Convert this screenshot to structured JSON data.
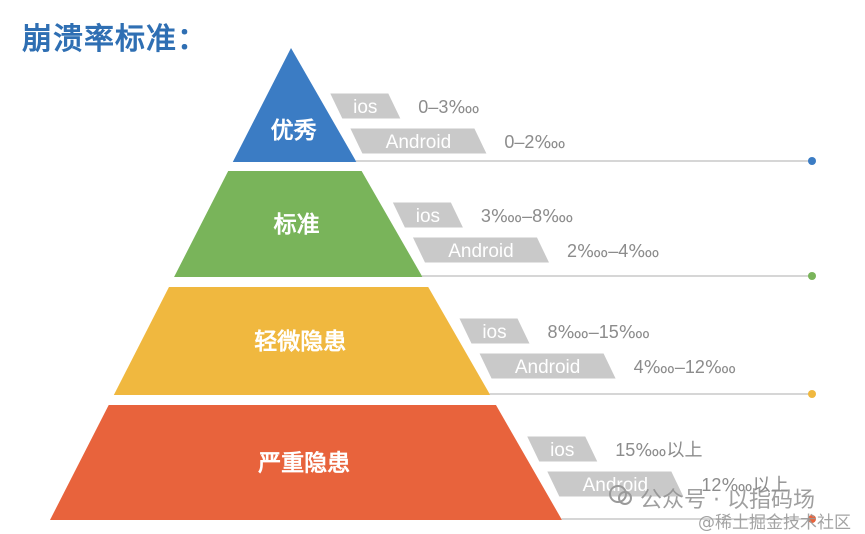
{
  "title": "崩溃率标准：",
  "colors": {
    "title": "#2f6fb3",
    "tag": "#c9c9c9",
    "line": "#c9c9c9",
    "value": "#8c8c8c"
  },
  "tiers": [
    {
      "label": "优秀",
      "color": "#3b7cc4",
      "rates": [
        {
          "platform": "ios",
          "value": "0–3‱"
        },
        {
          "platform": "Android",
          "value": "0–2‱"
        }
      ]
    },
    {
      "label": "标准",
      "color": "#79b45a",
      "rates": [
        {
          "platform": "ios",
          "value": "3‱–8‱"
        },
        {
          "platform": "Android",
          "value": "2‱–4‱"
        }
      ]
    },
    {
      "label": "轻微隐患",
      "color": "#f0b83f",
      "rates": [
        {
          "platform": "ios",
          "value": "8‱–15‱"
        },
        {
          "platform": "Android",
          "value": "4‱–12‱"
        }
      ]
    },
    {
      "label": "严重隐患",
      "color": "#e8633c",
      "rates": [
        {
          "platform": "ios",
          "value": "15‱以上"
        },
        {
          "platform": "Android",
          "value": "12‱以上"
        }
      ]
    }
  ],
  "watermark": {
    "account": "公众号 · 以指码场",
    "site": "@稀土掘金技术社区"
  }
}
